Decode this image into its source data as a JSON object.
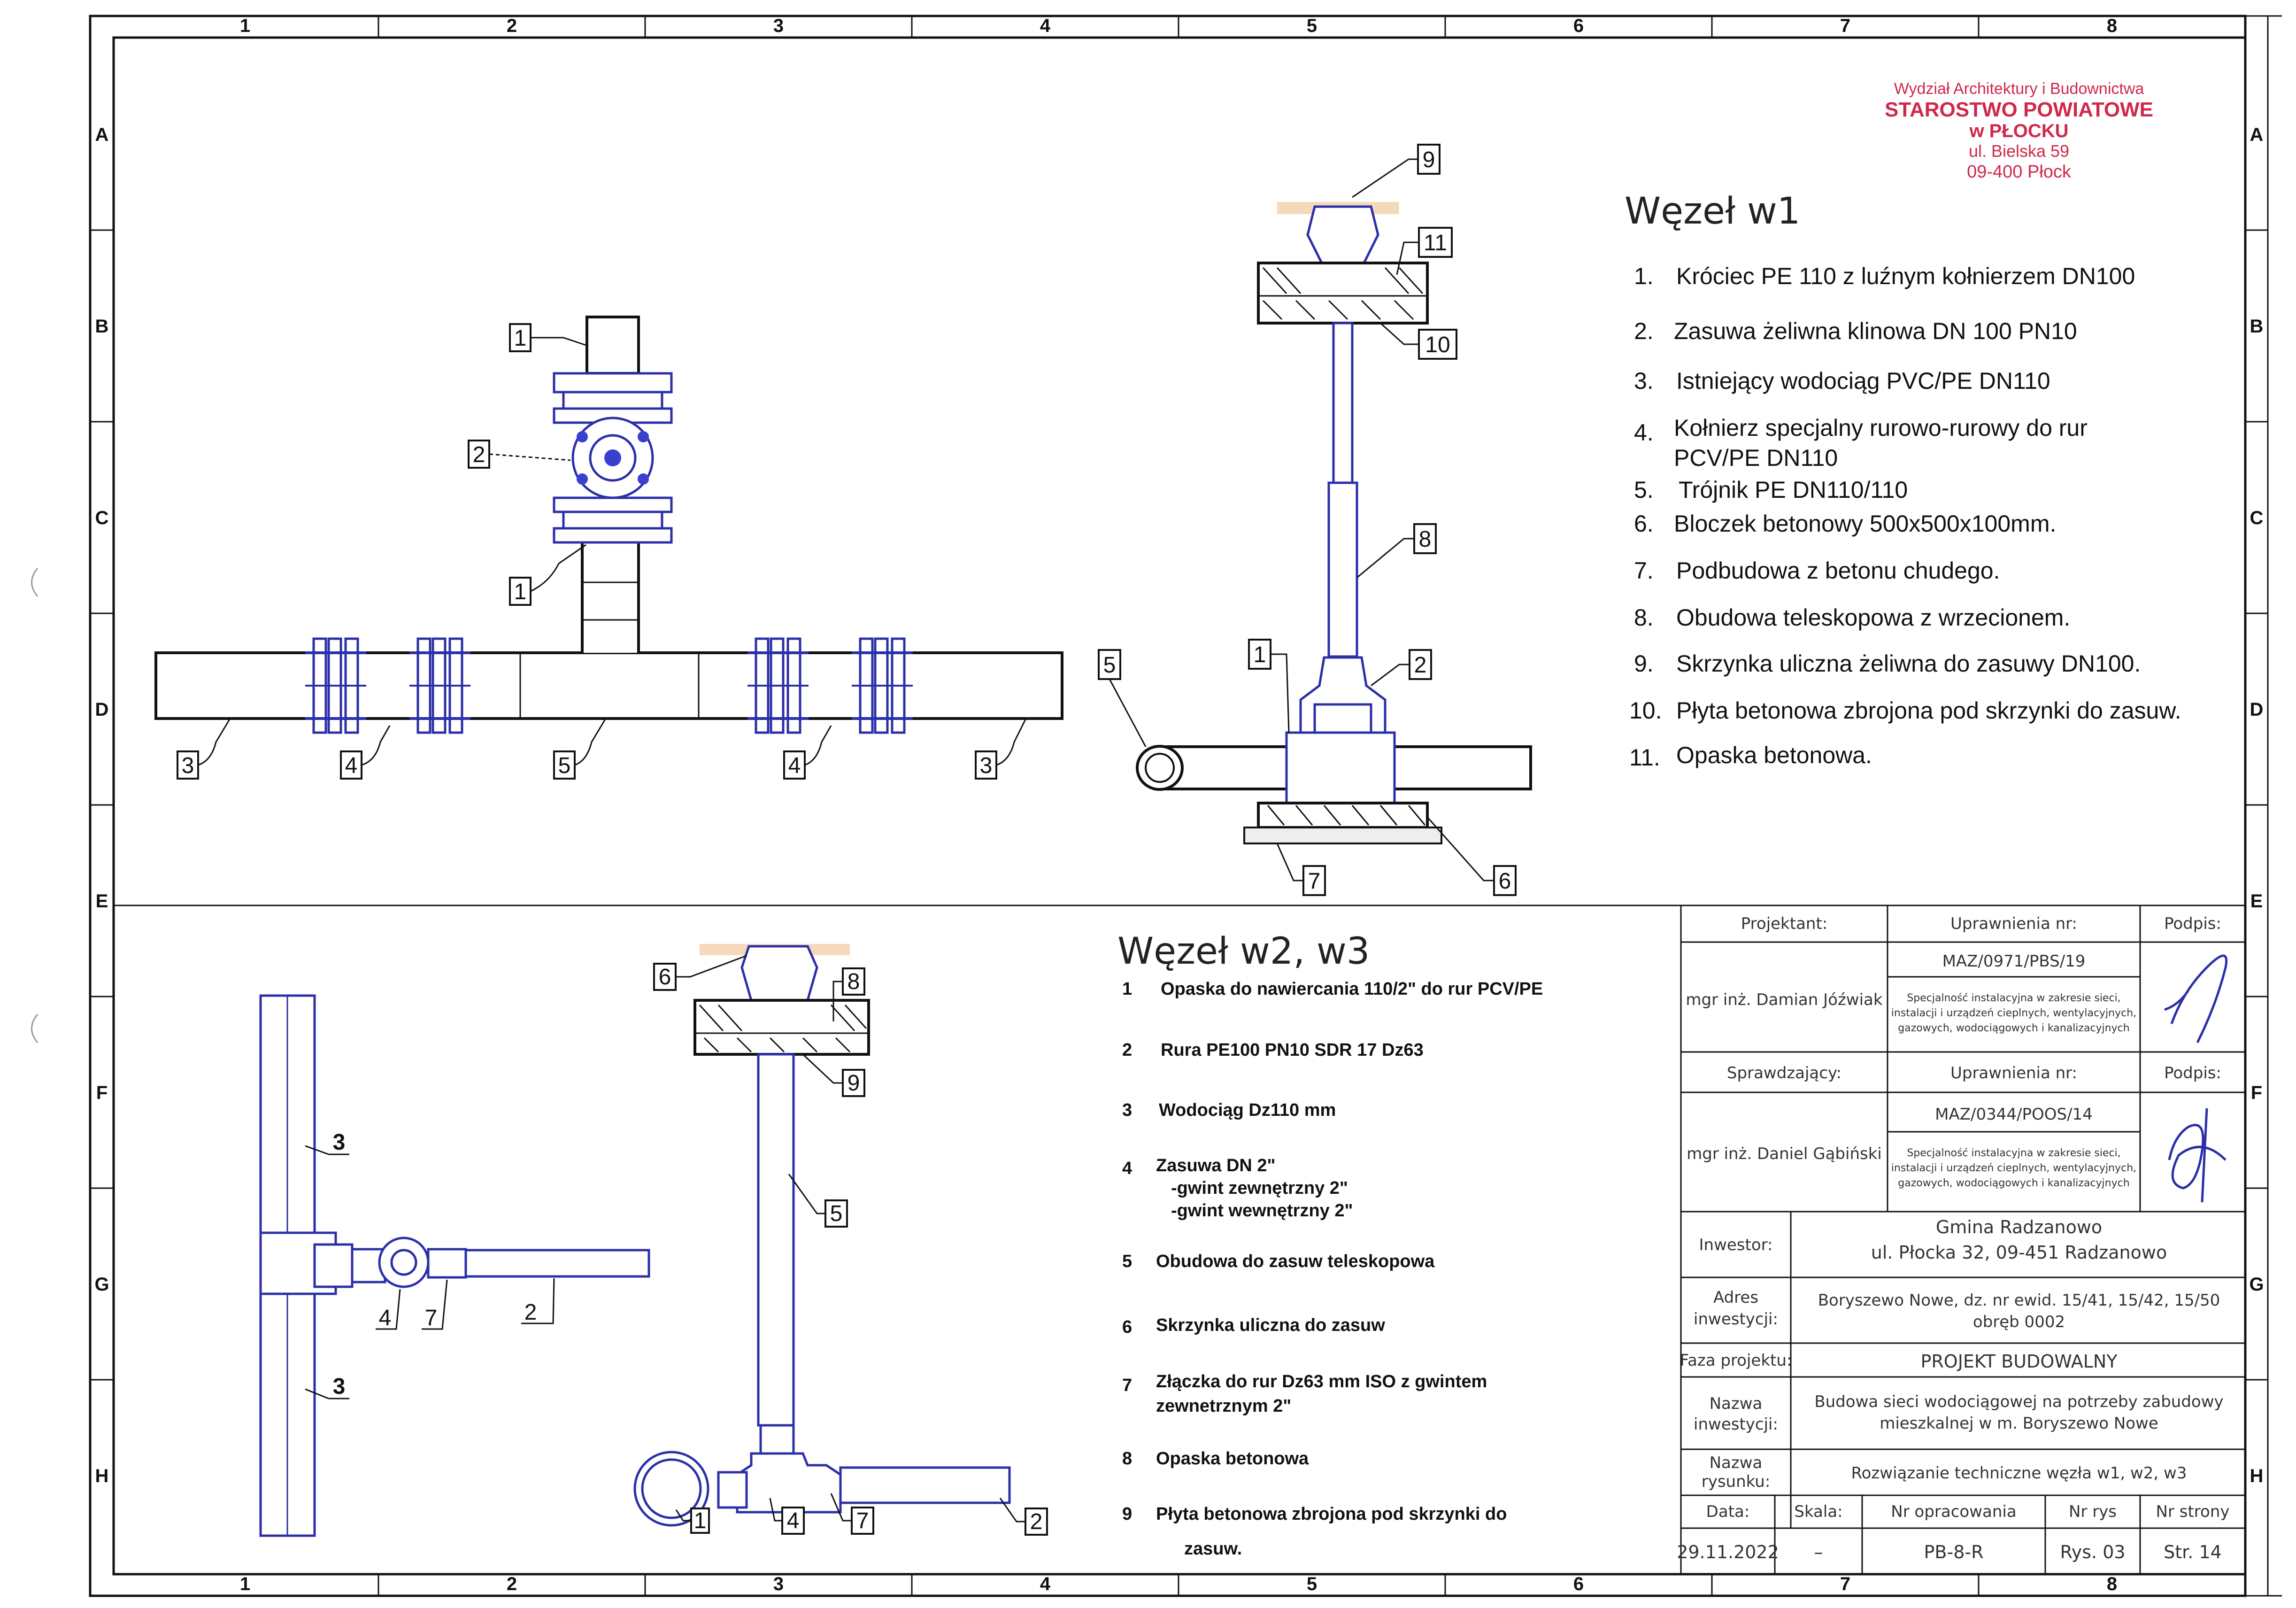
{
  "grid": {
    "columns": [
      "1",
      "2",
      "3",
      "4",
      "5",
      "6",
      "7",
      "8"
    ],
    "rows": [
      "A",
      "B",
      "C",
      "D",
      "E",
      "F",
      "G",
      "H"
    ]
  },
  "stamp": {
    "line1": "Wydział Architektury i Budownictwa",
    "line2": "STAROSTWO POWIATOWE",
    "line3": "w PŁOCKU",
    "line4": "ul. Bielska 59",
    "line5": "09-400 Płock"
  },
  "w1": {
    "title": "Węzeł  w1",
    "items": [
      {
        "num": "1.",
        "text": "Króciec PE 110 z luźnym kołnierzem DN100"
      },
      {
        "num": "2.",
        "text": "Zasuwa żeliwna klinowa DN 100 PN10"
      },
      {
        "num": "3.",
        "text": "Istniejący wodociąg PVC/PE DN110"
      },
      {
        "num": "4.",
        "text": "Kołnierz specjalny rurowo-rurowy do rur",
        "text2": "PCV/PE DN110"
      },
      {
        "num": "5.",
        "text": "Trójnik PE  DN110/110"
      },
      {
        "num": "6.",
        "text": "Bloczek betonowy 500x500x100mm."
      },
      {
        "num": "7.",
        "text": "Podbudowa z betonu chudego."
      },
      {
        "num": "8.",
        "text": "Obudowa teleskopowa z wrzecionem."
      },
      {
        "num": "9.",
        "text": "Skrzynka uliczna żeliwna do zasuwy DN100."
      },
      {
        "num": "10.",
        "text": "Płyta betonowa zbrojona pod skrzynki do zasuw."
      },
      {
        "num": "11.",
        "text": "Opaska betonowa."
      }
    ]
  },
  "w2": {
    "title": "Węzeł  w2,  w3",
    "items": [
      {
        "num": "1",
        "text": "Opaska do nawiercania 110/2\" do rur PCV/PE"
      },
      {
        "num": "2",
        "text": "Rura PE100  PN10 SDR 17 Dz63"
      },
      {
        "num": "3",
        "text": "Wodociąg  Dz110 mm"
      },
      {
        "num": "4",
        "text": "Zasuwa DN 2\"",
        "text2": "-gwint zewnętrzny 2\"",
        "text3": "-gwint wewnętrzny 2\""
      },
      {
        "num": "5",
        "text": "Obudowa do zasuw teleskopowa"
      },
      {
        "num": "6",
        "text": "Skrzynka uliczna do zasuw"
      },
      {
        "num": "7",
        "text": "Złączka do rur Dz63 mm  ISO  z gwintem",
        "text2": "zewnetrznym 2\""
      },
      {
        "num": "8",
        "text": "Opaska betonowa"
      },
      {
        "num": "9",
        "text": "Płyta betonowa zbrojona pod skrzynki do",
        "text2": "zasuw."
      }
    ]
  },
  "labels": {
    "w1_plan": [
      "1",
      "2",
      "1",
      "3",
      "4",
      "5",
      "4",
      "3"
    ],
    "w1_section": [
      "9",
      "11",
      "10",
      "8",
      "5",
      "1",
      "2",
      "7",
      "6"
    ],
    "w2_plan": [
      "3",
      "3",
      "4",
      "7",
      "2"
    ],
    "w2_section": [
      "6",
      "8",
      "9",
      "5",
      "1",
      "4",
      "7",
      "2"
    ]
  },
  "title_block": {
    "projektant_hdr": "Projektant:",
    "uprawnienia_hdr": "Uprawnienia nr:",
    "podpis_hdr": "Podpis:",
    "projektant_name": "mgr inż. Damian Jóźwiak",
    "projektant_nr": "MAZ/0971/PBS/19",
    "projektant_desc": [
      "Specjalność instalacyjna w zakresie sieci,",
      "instalacji i urządzeń cieplnych, wentylacyjnych,",
      "gazowych, wodociągowych i kanalizacyjnych"
    ],
    "sprawdzajacy_hdr": "Sprawdzający:",
    "sprawdzajacy_name": "mgr inż. Daniel Gąbiński",
    "sprawdzajacy_nr": "MAZ/0344/POOS/14",
    "sprawdzajacy_desc": [
      "Specjalność instalacyjna w zakresie sieci,",
      "instalacji i urządzeń cieplnych, wentylacyjnych,",
      "gazowych, wodociągowych i kanalizacyjnych"
    ],
    "inwestor_lbl": "Inwestor:",
    "inwestor_1": "Gmina Radzanowo",
    "inwestor_2": "ul. Płocka 32, 09-451 Radzanowo",
    "adres_lbl_1": "Adres",
    "adres_lbl_2": "inwestycji:",
    "adres_1": "Boryszewo Nowe, dz. nr ewid. 15/41, 15/42, 15/50",
    "adres_2": "obręb 0002",
    "faza_lbl": "Faza projektu:",
    "faza": "PROJEKT BUDOWALNY",
    "nazwa_inw_lbl_1": "Nazwa",
    "nazwa_inw_lbl_2": "inwestycji:",
    "nazwa_inw_1": "Budowa sieci wodociągowej na potrzeby zabudowy",
    "nazwa_inw_2": "mieszkalnej w m. Boryszewo Nowe",
    "nazwa_rys_lbl_1": "Nazwa",
    "nazwa_rys_lbl_2": "rysunku:",
    "nazwa_rys": "Rozwiązanie techniczne węzła w1, w2, w3",
    "data_lbl": "Data:",
    "skala_lbl": "Skala:",
    "nr_opr_lbl": "Nr opracowania",
    "nr_rys_lbl": "Nr rys",
    "nr_str_lbl": "Nr strony",
    "data": "29.11.2022",
    "skala": "–",
    "nr_opr": "PB-8-R",
    "nr_rys": "Rys. 03",
    "nr_str": "Str. 14"
  }
}
